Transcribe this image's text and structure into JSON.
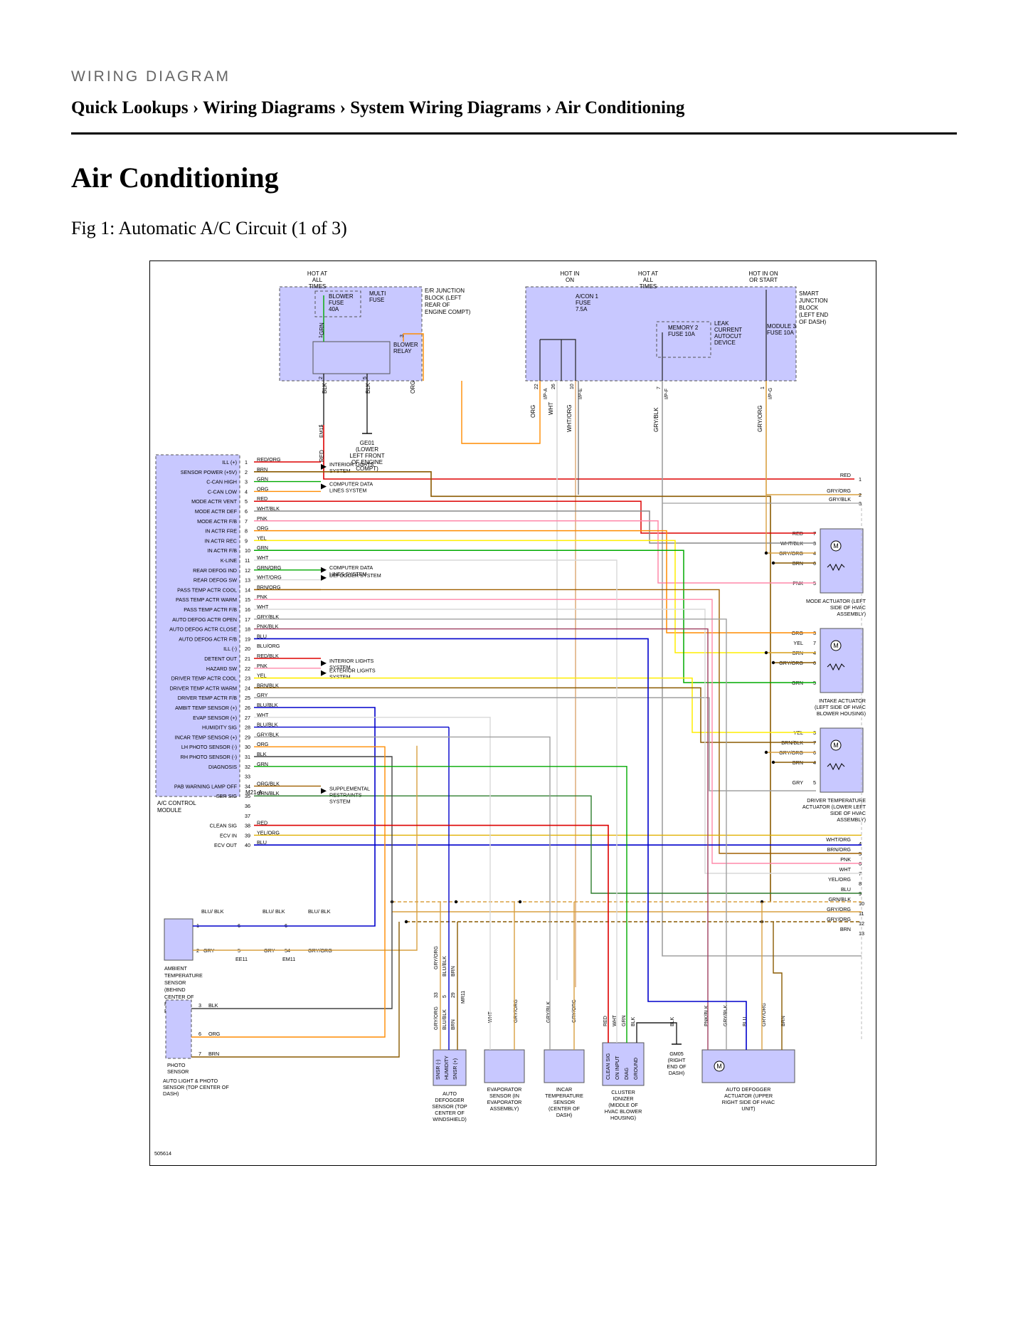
{
  "header": {
    "kicker": "WIRING DIAGRAM",
    "crumbs": "Quick Lookups › Wiring Diagrams › System Wiring Diagrams › Air Conditioning"
  },
  "page_title": "Air Conditioning",
  "figure_caption": "Fig 1: Automatic A/C Circuit (1 of 3)",
  "figure_id": "505614",
  "colors": {
    "box_fill": "#c8c8ff",
    "box_stroke": "#555555",
    "red": "#dd0000",
    "brown": "#8a5a00",
    "green": "#00aa00",
    "orange": "#ff8c00",
    "pink": "#ff88aa",
    "yellow": "#ffee00",
    "blue": "#0000cc",
    "gray": "#a0a0a0",
    "white": "#d8d8d8",
    "grn_dark": "#2e7d2e"
  },
  "top": {
    "er_hot": "HOT AT ALL TIMES",
    "er_fuse": "BLOWER FUSE 40A",
    "er_multi": "MULTI FUSE",
    "er_block": "E/R JUNCTION BLOCK (LEFT REAR OF ENGINE COMPT)",
    "blower_relay": "BLOWER RELAY",
    "sj_hot1": "HOT IN ON",
    "sj_hot2": "HOT AT ALL TIMES",
    "sj_hot3": "HOT IN ON OR START",
    "acon_fuse": "A/CON 1 FUSE 7.5A",
    "memory_fuse": "MEMORY 2 FUSE 10A",
    "leak": "LEAK CURRENT AUTOCUT DEVICE",
    "module_fuse": "MODULE 3 FUSE 10A",
    "sj_block": "SMART JUNCTION BLOCK (LEFT END OF DASH)",
    "ge01": "GE01 (LOWER LEFT FRONT OF ENGINE COMPT)",
    "em11": "EM11",
    "wires": [
      "GRN",
      "BLK",
      "BLK",
      "ORG",
      "RED",
      "ORG",
      "WHT",
      "WHT/ORG",
      "GRY/BLK",
      "GRY/ORG"
    ],
    "pins": [
      "1",
      "3",
      "2",
      "5",
      "1",
      "22",
      "26",
      "10",
      "7",
      "1"
    ],
    "conns": [
      "I/P-A",
      "I/P-E",
      "I/P-F",
      "I/P-G"
    ]
  },
  "module": {
    "name": "A/C CONTROL MODULE",
    "conn": "M21-A",
    "pins": [
      {
        "pin": "1",
        "label": "ILL (+)",
        "wire": "RED/ORG"
      },
      {
        "pin": "2",
        "label": "SENSOR POWER (+5V)",
        "wire": "BRN"
      },
      {
        "pin": "3",
        "label": "C-CAN HIGH",
        "wire": "GRN"
      },
      {
        "pin": "4",
        "label": "C-CAN LOW",
        "wire": "ORG"
      },
      {
        "pin": "5",
        "label": "MODE ACTR VENT",
        "wire": "RED"
      },
      {
        "pin": "6",
        "label": "MODE ACTR DEF",
        "wire": "WHT/BLK"
      },
      {
        "pin": "7",
        "label": "MODE ACTR F/B",
        "wire": "PNK"
      },
      {
        "pin": "8",
        "label": "IN ACTR FRE",
        "wire": "ORG"
      },
      {
        "pin": "9",
        "label": "IN ACTR REC",
        "wire": "YEL"
      },
      {
        "pin": "10",
        "label": "IN ACTR F/B",
        "wire": "GRN"
      },
      {
        "pin": "11",
        "label": "K-LINE",
        "wire": "WHT"
      },
      {
        "pin": "12",
        "label": "REAR DEFOG IND",
        "wire": "GRN/ORG"
      },
      {
        "pin": "13",
        "label": "REAR DEFOG SW",
        "wire": "WHT/ORG"
      },
      {
        "pin": "14",
        "label": "PASS TEMP ACTR COOL",
        "wire": "BRN/ORG"
      },
      {
        "pin": "15",
        "label": "PASS TEMP ACTR WARM",
        "wire": "PNK"
      },
      {
        "pin": "16",
        "label": "PASS TEMP ACTR F/B",
        "wire": "WHT"
      },
      {
        "pin": "17",
        "label": "AUTO DEFOG ACTR OPEN",
        "wire": "GRY/BLK"
      },
      {
        "pin": "18",
        "label": "AUTO DEFOG ACTR CLOSE",
        "wire": "PNK/BLK"
      },
      {
        "pin": "19",
        "label": "AUTO DEFOG ACTR F/B",
        "wire": "BLU"
      },
      {
        "pin": "20",
        "label": "ILL (-)",
        "wire": "BLU/ORG"
      },
      {
        "pin": "21",
        "label": "DETENT OUT",
        "wire": "RED/BLK"
      },
      {
        "pin": "22",
        "label": "HAZARD SW",
        "wire": "PNK"
      },
      {
        "pin": "23",
        "label": "DRIVER TEMP ACTR COOL",
        "wire": "YEL"
      },
      {
        "pin": "24",
        "label": "DRIVER TEMP ACTR WARM",
        "wire": "BRN/BLK"
      },
      {
        "pin": "25",
        "label": "DRIVER TEMP ACTR F/B",
        "wire": "GRY"
      },
      {
        "pin": "26",
        "label": "AMBIT TEMP SENSOR (+)",
        "wire": "BLU/BLK"
      },
      {
        "pin": "27",
        "label": "EVAP SENSOR (+)",
        "wire": "WHT"
      },
      {
        "pin": "28",
        "label": "HUMIDITY SIG",
        "wire": "BLU/BLK"
      },
      {
        "pin": "29",
        "label": "INCAR TEMP SENSOR (+)",
        "wire": "GRY/BLK"
      },
      {
        "pin": "30",
        "label": "LH PHOTO SENSOR (-)",
        "wire": "ORG"
      },
      {
        "pin": "31",
        "label": "RH PHOTO SENSOR (-)",
        "wire": "BLK"
      },
      {
        "pin": "32",
        "label": "DIAGNOSIS",
        "wire": "GRN"
      },
      {
        "pin": "33",
        "label": "",
        "wire": ""
      },
      {
        "pin": "34",
        "label": "PAB WARNING LAMP OFF",
        "wire": "ORG/BLK"
      },
      {
        "pin": "35",
        "label": "SBR SIG",
        "wire": "GRN/BLK"
      },
      {
        "pin": "36",
        "label": "",
        "wire": ""
      },
      {
        "pin": "37",
        "label": "",
        "wire": ""
      },
      {
        "pin": "38",
        "label": "CLEAN SIG",
        "wire": "RED"
      },
      {
        "pin": "39",
        "label": "ECV IN",
        "wire": "YEL/ORG"
      },
      {
        "pin": "40",
        "label": "ECV OUT",
        "wire": "BLU"
      }
    ]
  },
  "refs": [
    "INTERIOR LIGHTS SYSTEM",
    "COMPUTER DATA LINES SYSTEM",
    "COMPUTER DATA LINES SYSTEM",
    "DEFOGGER SYSTEM",
    "INTERIOR LIGHTS SYSTEM",
    "EXTERIOR LIGHTS SYSTEM",
    "SUPPLEMENTAL RESTRAINTS SYSTEM"
  ],
  "right_top": [
    {
      "wire": "RED",
      "pin": "1"
    },
    {
      "wire": "GRY/ORG",
      "pin": "2"
    },
    {
      "wire": "GRY/BLK",
      "pin": "3"
    }
  ],
  "mode_actuator": {
    "name": "MODE ACTUATOR (LEFT SIDE OF HVAC ASSEMBLY)",
    "pins": [
      {
        "wire": "RED",
        "pin": "7"
      },
      {
        "wire": "WHT/BLK",
        "pin": "3"
      },
      {
        "wire": "GRY/ORG",
        "pin": "4"
      },
      {
        "wire": "BRN",
        "pin": "6"
      },
      {
        "wire": "PNK",
        "pin": "5"
      }
    ]
  },
  "intake_actuator": {
    "name": "INTAKE ACTUATOR (LEFT SIDE OF HVAC BLOWER HOUSING)",
    "pins": [
      {
        "wire": "ORG",
        "pin": "3"
      },
      {
        "wire": "YEL",
        "pin": "7"
      },
      {
        "wire": "BRN",
        "pin": "4"
      },
      {
        "wire": "GRY/ORG",
        "pin": "6"
      },
      {
        "wire": "GRN",
        "pin": "5"
      }
    ]
  },
  "driver_actuator": {
    "name": "DRIVER TEMPERATURE ACTUATOR (LOWER LEFT SIDE OF HVAC ASSEMBLY)",
    "pins": [
      {
        "wire": "YEL",
        "pin": "3"
      },
      {
        "wire": "BRN/BLK",
        "pin": "7"
      },
      {
        "wire": "GRY/ORG",
        "pin": "6"
      },
      {
        "wire": "BRN",
        "pin": "4"
      },
      {
        "wire": "GRY",
        "pin": "5"
      }
    ]
  },
  "right_bottom": [
    {
      "wire": "WHT/ORG",
      "pin": "4"
    },
    {
      "wire": "BRN/ORG",
      "pin": "5"
    },
    {
      "wire": "PNK",
      "pin": "6"
    },
    {
      "wire": "WHT",
      "pin": "7"
    },
    {
      "wire": "YEL/ORG",
      "pin": "8"
    },
    {
      "wire": "BLU",
      "pin": "9"
    },
    {
      "wire": "GRN/BLK",
      "pin": "10"
    },
    {
      "wire": "GRY/ORG",
      "pin": "11"
    },
    {
      "wire": "GRY/ORG",
      "pin": "12"
    },
    {
      "wire": "BRN",
      "pin": "13"
    }
  ],
  "ambient": {
    "name": "AMBIENT TEMPERATURE SENSOR (BEHIND CENTER OF FRONT FASCIA)",
    "w1": "BLU/ BLK",
    "w2": "GRY",
    "w3": "GRY/ORG",
    "p1": "1",
    "p2": "2",
    "p3": "6",
    "p4": "5",
    "p5": "6",
    "p6": "54",
    "c1": "EE11",
    "c2": "EM11"
  },
  "photo": {
    "name": "PHOTO SENSOR",
    "sub": "AUTO LIGHT & PHOTO SENSOR (TOP CENTER OF DASH)",
    "wires": [
      "BLK",
      "ORG",
      "BRN"
    ],
    "pins": [
      "3",
      "6",
      "7"
    ]
  },
  "defogger_sensor": {
    "name": "AUTO DEFOGGER SENSOR (TOP CENTER OF WINDSHIELD)",
    "pins_label": [
      "SNSR (-)",
      "HUMIDITY",
      "SNSR (+)"
    ],
    "conn": "MR11",
    "wires": [
      "GRY/ORG",
      "BLU/BLK",
      "BRN"
    ],
    "pins": [
      "33",
      "5",
      "29"
    ]
  },
  "evap_sensor": {
    "name": "EVAPORATOR SENSOR (IN EVAPORATOR ASSEMBLY)",
    "wires": [
      "WHT",
      "GRY/ORG"
    ]
  },
  "incar_sensor": {
    "name": "INCAR TEMPERATURE SENSOR (CENTER OF DASH)",
    "wires": [
      "GRY/BLK",
      "GRY/ORG"
    ]
  },
  "ionizer": {
    "name": "CLUSTER IONIZER (MIDDLE OF HVAC BLOWER HOUSING)",
    "pins_label": [
      "CLEAN SIG",
      "ON INPUT",
      "DIAG",
      "GROUND"
    ],
    "wires": [
      "RED",
      "WHT",
      "GRN",
      "BLK"
    ]
  },
  "gm05": {
    "name": "GM05 (RIGHT END OF DASH)",
    "wire": "BLK"
  },
  "defog_actuator": {
    "name": "AUTO DEFOGGER ACTUATOR (UPPER RIGHT SIDE OF HVAC UNIT)",
    "wires": [
      "PNK/BLK",
      "GRY/BLK",
      "BLU",
      "GRY/ORG",
      "BRN"
    ]
  }
}
